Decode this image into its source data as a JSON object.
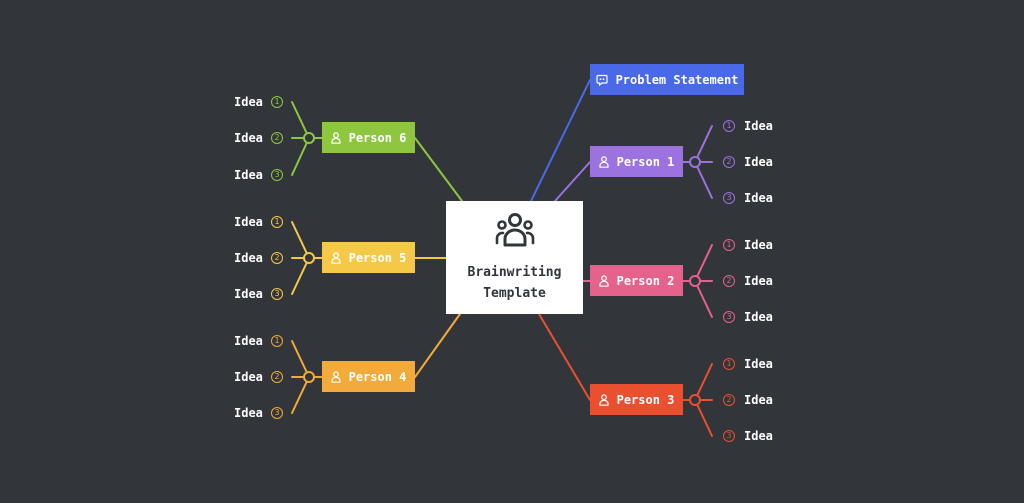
{
  "center": {
    "line1": "Brainwriting",
    "line2": "Template",
    "icon": "people-group-icon"
  },
  "problem": {
    "label": "Problem Statement",
    "color": "#4a69e8",
    "icon": "quote-bubble-icon"
  },
  "persons": [
    {
      "label": "Person 1",
      "color": "#9b72e0",
      "ideas": [
        {
          "num": "1",
          "label": "Idea"
        },
        {
          "num": "2",
          "label": "Idea"
        },
        {
          "num": "3",
          "label": "Idea"
        }
      ]
    },
    {
      "label": "Person 2",
      "color": "#e4628b",
      "ideas": [
        {
          "num": "1",
          "label": "Idea"
        },
        {
          "num": "2",
          "label": "Idea"
        },
        {
          "num": "3",
          "label": "Idea"
        }
      ]
    },
    {
      "label": "Person 3",
      "color": "#ea5030",
      "ideas": [
        {
          "num": "1",
          "label": "Idea"
        },
        {
          "num": "2",
          "label": "Idea"
        },
        {
          "num": "3",
          "label": "Idea"
        }
      ]
    },
    {
      "label": "Person 4",
      "color": "#f2aa3a",
      "ideas": [
        {
          "num": "1",
          "label": "Idea"
        },
        {
          "num": "2",
          "label": "Idea"
        },
        {
          "num": "3",
          "label": "Idea"
        }
      ]
    },
    {
      "label": "Person 5",
      "color": "#f5c947",
      "ideas": [
        {
          "num": "1",
          "label": "Idea"
        },
        {
          "num": "2",
          "label": "Idea"
        },
        {
          "num": "3",
          "label": "Idea"
        }
      ]
    },
    {
      "label": "Person 6",
      "color": "#8ec73f",
      "ideas": [
        {
          "num": "1",
          "label": "Idea"
        },
        {
          "num": "2",
          "label": "Idea"
        },
        {
          "num": "3",
          "label": "Idea"
        }
      ]
    }
  ]
}
